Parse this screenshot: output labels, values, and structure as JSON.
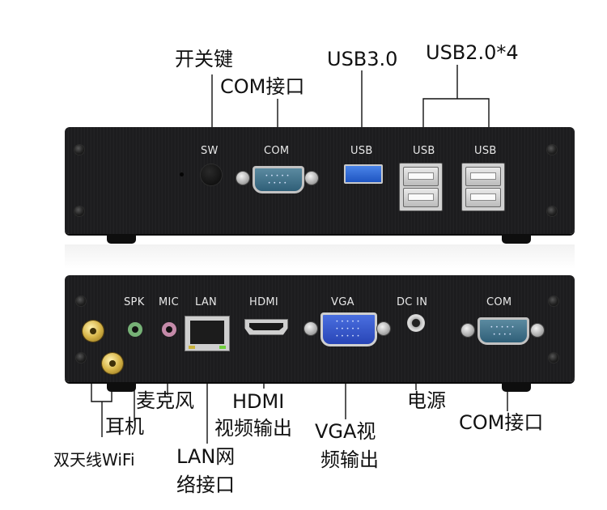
{
  "colors": {
    "chassis": "#1c1c1e",
    "label_text": "#111111",
    "silkscreen": "#e8e8e8",
    "usb3_blue": "#2a63d6",
    "vga_blue": "#3558d0",
    "com_teal": "#3f7088",
    "antenna_gold": "#d8b64a",
    "spk_green": "#8bd08b",
    "mic_pink": "#e7a3c7",
    "callout_line": "#111111"
  },
  "front_panel": {
    "silkscreen": {
      "sw": "SW",
      "com": "COM",
      "usb3": "USB",
      "usb2_a": "USB",
      "usb2_b": "USB"
    },
    "callouts": {
      "power_key": "开关键",
      "com_port": "COM接口",
      "usb3": "USB3.0",
      "usb2": "USB2.0*4"
    }
  },
  "rear_panel": {
    "silkscreen": {
      "spk": "SPK",
      "mic": "MIC",
      "lan": "LAN",
      "hdmi": "HDMI",
      "vga": "VGA",
      "dc_in": "DC  IN",
      "com": "COM"
    },
    "callouts": {
      "wifi": "双天线WiFi",
      "headphone": "耳机",
      "microphone": "麦克风",
      "lan_l1": "LAN网",
      "lan_l2": "络接口",
      "hdmi_l1": "HDMI",
      "hdmi_l2": "视频输出",
      "vga_l1": "VGA视",
      "vga_l2": "频输出",
      "power": "电源",
      "com_port": "COM接口"
    }
  }
}
